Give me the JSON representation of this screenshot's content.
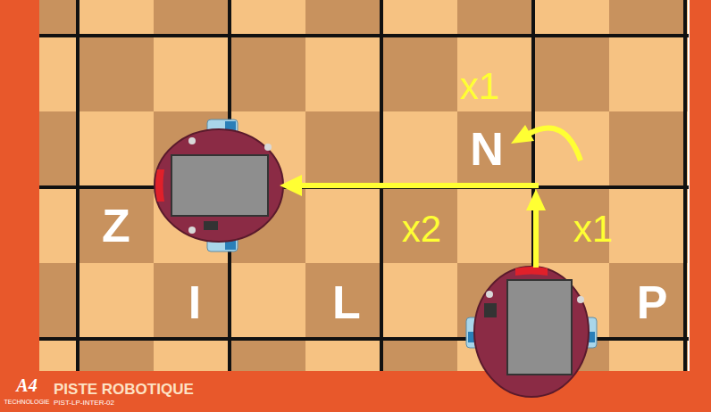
{
  "diagram": {
    "labels": [
      "x1",
      "N",
      "Z",
      "x2",
      "x1",
      "I",
      "L",
      "P",
      "A4",
      "TECHNOLOGIE",
      "PISTE ROBOTIQUE",
      "PIST-LP-INTER-02"
    ]
  }
}
